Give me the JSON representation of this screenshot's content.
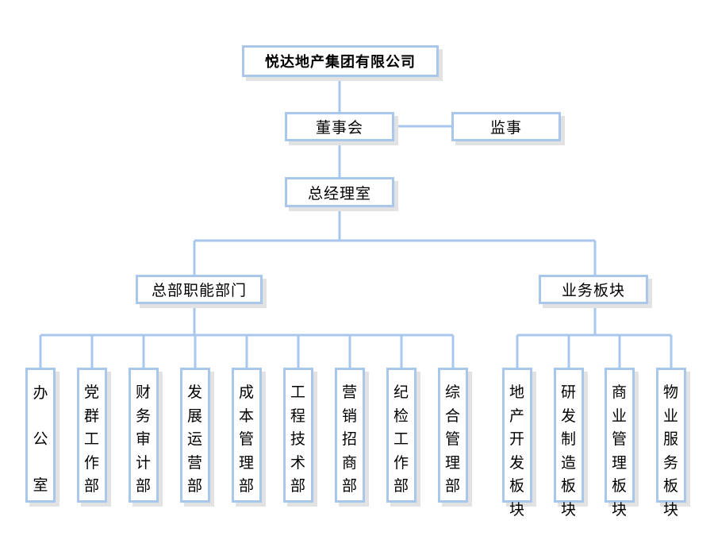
{
  "org": {
    "company": "悦达地产集团有限公司",
    "board": "董事会",
    "supervisor": "监事",
    "gm_office": "总经理室",
    "hq_functions": "总部职能部门",
    "business_units": "业务板块",
    "hq_departments": [
      "办公室",
      "党群工作部",
      "财务审计部",
      "发展运营部",
      "成本管理部",
      "工程技术部",
      "营销招商部",
      "纪检工作部",
      "综合管理部"
    ],
    "business_divisions": [
      "地产开发板块",
      "研发制造板块",
      "商业管理板块",
      "物业服务板块"
    ]
  },
  "colors": {
    "border": "#a9c7ec",
    "connector": "#a9c7ec",
    "shadow": "#e2e2e2"
  }
}
